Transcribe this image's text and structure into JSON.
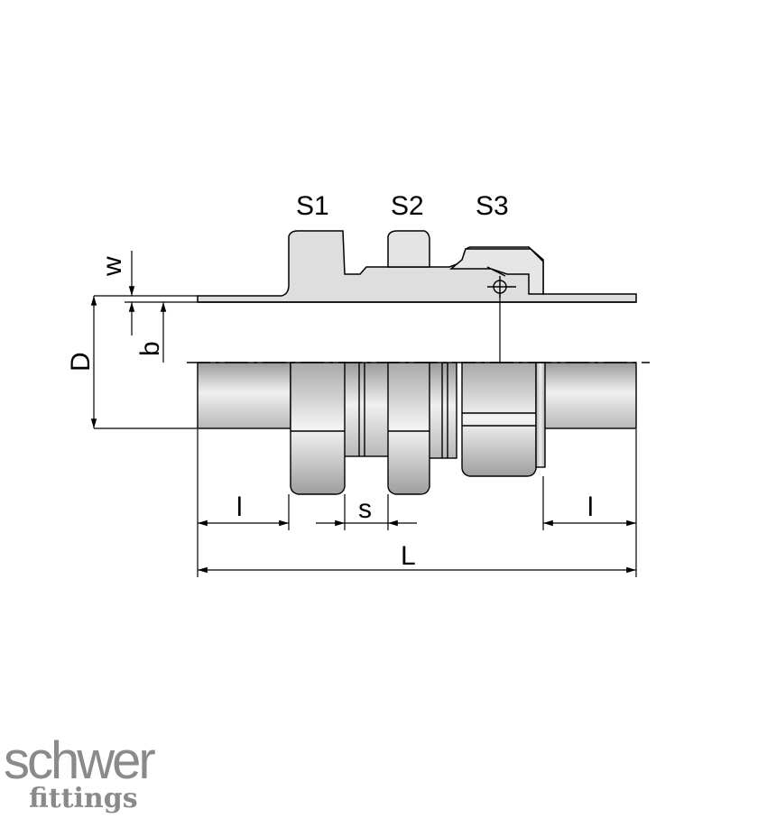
{
  "labels": {
    "s1": "S1",
    "s2": "S2",
    "s3": "S3",
    "w": "w",
    "d": "D",
    "b": "b",
    "l_left": "l",
    "s": "s",
    "l_right": "l",
    "L": "L"
  },
  "logo": {
    "main": "schwer",
    "sub": "fittings"
  },
  "colors": {
    "outline": "#000000",
    "metal_light": "#eeeeee",
    "metal_mid": "#c9c9c9",
    "metal_dark": "#9a9a9a",
    "logo": "#8a8a8a"
  }
}
